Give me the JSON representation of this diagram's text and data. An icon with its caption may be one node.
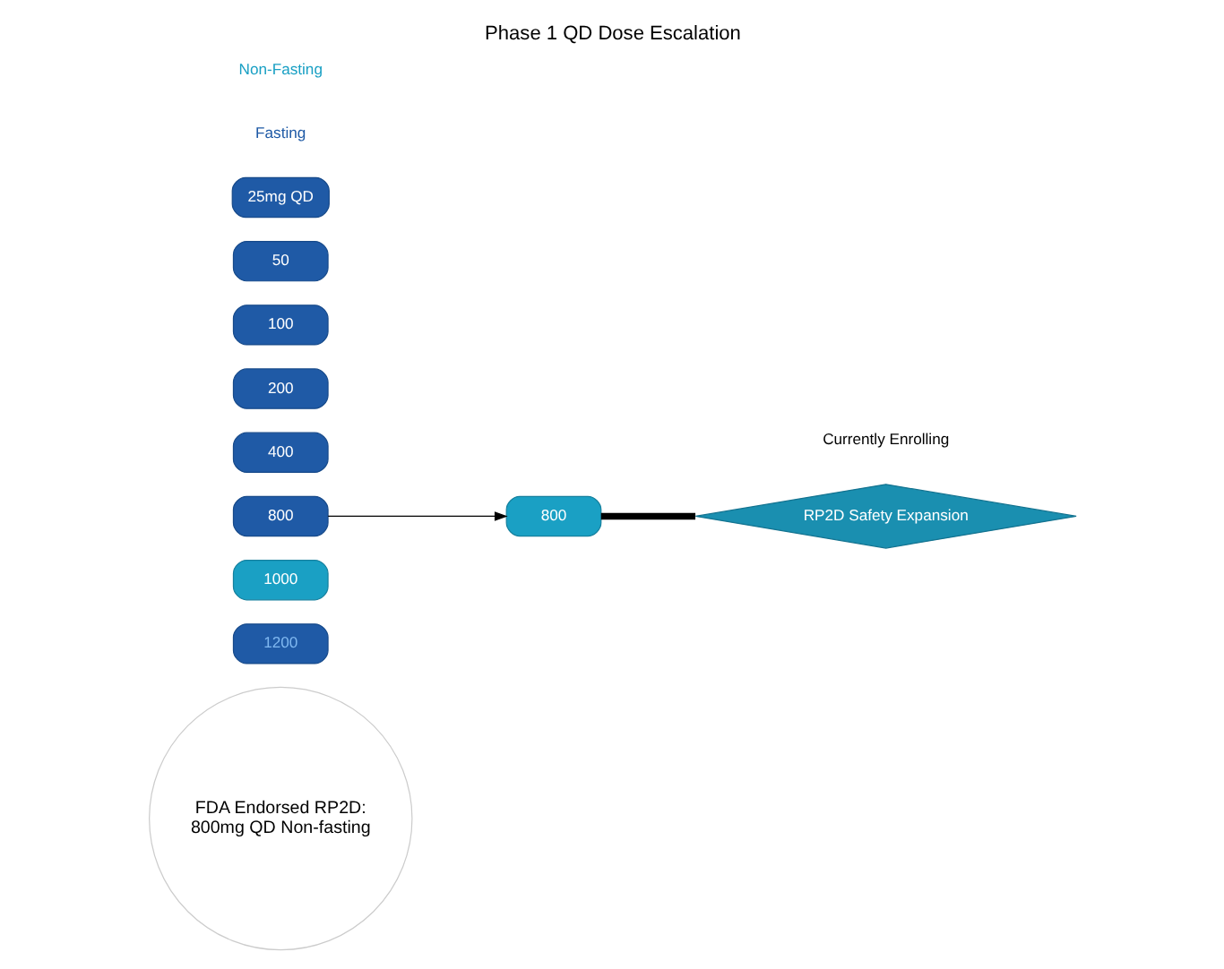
{
  "diagram": {
    "title": "Phase 1 QD Dose Escalation",
    "nodes": [
      {
        "text": [
          "FDA Endorsed RP2D:",
          "800mg QD Non-fasting"
        ]
      },
      {
        "text": [
          "1200"
        ]
      },
      {
        "text": [
          "1000"
        ]
      },
      {
        "text": [
          "800"
        ]
      },
      {
        "text": [
          "800"
        ]
      },
      {
        "text": [
          "RP2D Safety Expansion"
        ],
        "beside": [
          "Currently Enrolling"
        ]
      },
      {
        "text": [
          "400"
        ]
      },
      {
        "text": [
          "200"
        ]
      },
      {
        "text": [
          "100"
        ]
      },
      {
        "text": [
          "50"
        ]
      },
      {
        "text": [
          "25mg QD"
        ]
      }
    ],
    "edges": [
      {
        "from": 3,
        "to": 4,
        "arrow": "to"
      },
      {
        "from": 4,
        "to": 5,
        "arrow": "none",
        "style": "thick"
      }
    ],
    "labels": [
      "Fasting",
      "Non-Fasting"
    ]
  }
}
